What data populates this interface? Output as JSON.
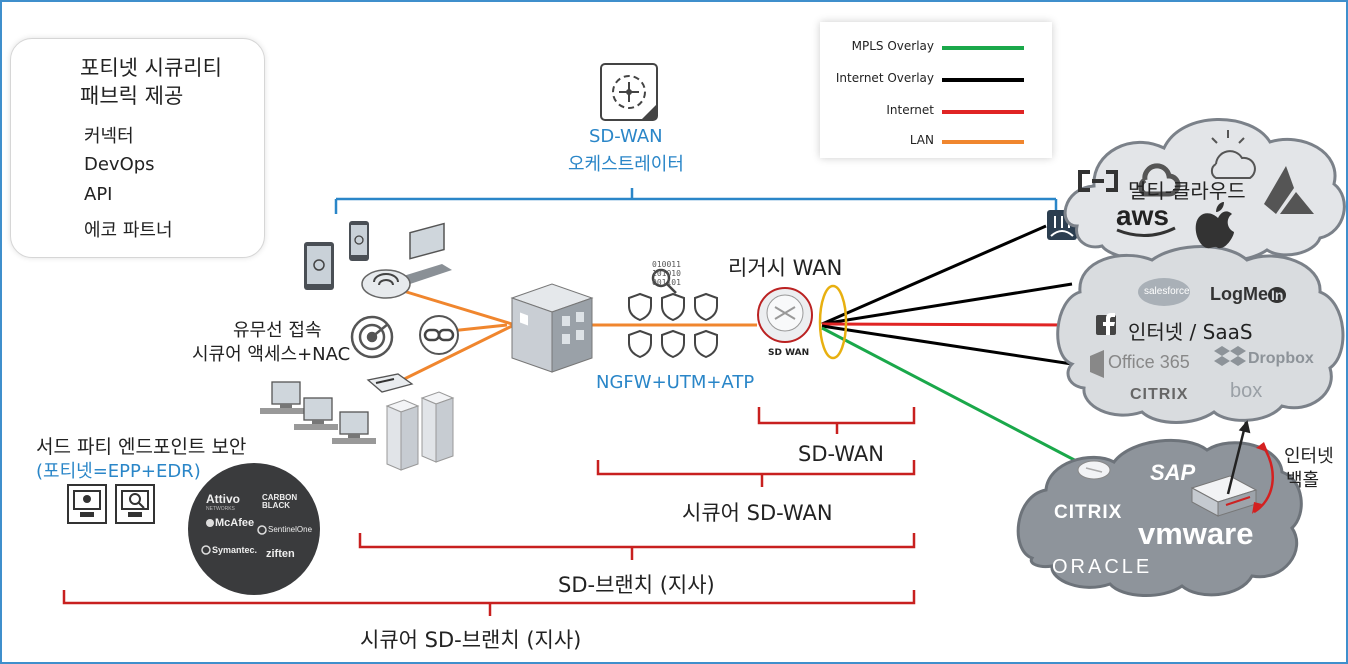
{
  "fabric": {
    "title_line1": "포티넷 시큐리티",
    "title_line2": "패브릭 제공",
    "items": [
      "커넥터",
      "DevOps",
      "API",
      "에코 파트너"
    ]
  },
  "orchestrator": {
    "line1": "SD-WAN",
    "line2": "오케스트레이터"
  },
  "legend": {
    "items": [
      {
        "label": "MPLS Overlay",
        "color": "#1aa84a"
      },
      {
        "label": "Internet Overlay",
        "color": "#000000"
      },
      {
        "label": "Internet",
        "color": "#e02424"
      },
      {
        "label": "LAN",
        "color": "#f0862e"
      }
    ]
  },
  "branch": {
    "wired_line1": "유무선 접속",
    "wired_line2": "시큐어 액세스+NAC",
    "ngfw": "NGFW+UTM+ATP",
    "legacy_wan": "리거시 WAN",
    "sdwan_device": "SD WAN",
    "binary": [
      "010011",
      "101010",
      "001101"
    ],
    "endpoint_line1": "서드 파티 엔드포인트 보안",
    "endpoint_line2": "(포티넷=EPP+EDR)"
  },
  "partners": [
    "Attivo",
    "CARBON BLACK",
    "McAfee",
    "SentinelOne",
    "Symantec.",
    "ziften"
  ],
  "partner_sub": {
    "attivo": "NETWORKS",
    "carbon": ""
  },
  "clouds": {
    "multi_cloud": "멀티-클라우드",
    "aws": "aws",
    "internet_saas": "인터넷 / SaaS",
    "salesforce": "salesforce",
    "logmein": "LogMe",
    "logmein_in": "In",
    "office": "Office 365",
    "dropbox": "Dropbox",
    "citrix": "CITRIX",
    "box": "box",
    "dc_citrix": "CITRIX",
    "sap": "SAP",
    "vmware": "vmware",
    "oracle": "ORACLE"
  },
  "backhaul": {
    "line1": "인터넷",
    "line2": "백홀"
  },
  "brackets": {
    "sdwan": "SD-WAN",
    "secure_sdwan": "시큐어 SD-WAN",
    "sdbranch": "SD-브랜치 (지사)",
    "secure_sdbranch": "시큐어 SD-브랜치 (지사)"
  }
}
